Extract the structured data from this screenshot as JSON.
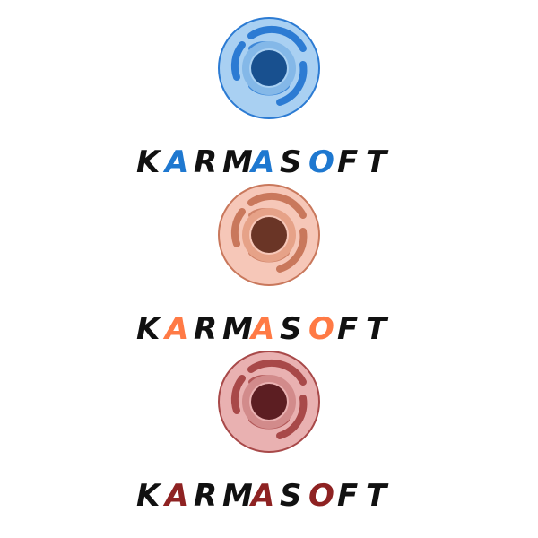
{
  "logo": {
    "wordmark_parts": [
      "K",
      "A",
      "R",
      "M",
      "A",
      "S",
      "O",
      "F",
      "T"
    ]
  },
  "variants": [
    {
      "id": "blue",
      "colors": {
        "outer_fill": "#a9d0f2",
        "stroke": "#2c7bd3",
        "inner_fill": "#18508f",
        "core_ring": "#84b8e8",
        "accent": "#1e78d0",
        "text_dark": "#111111"
      }
    },
    {
      "id": "orange",
      "colors": {
        "outer_fill": "#f6c7b8",
        "stroke": "#c9785c",
        "inner_fill": "#6a3526",
        "core_ring": "#e6a288",
        "accent": "#ff7a45",
        "text_dark": "#111111"
      }
    },
    {
      "id": "red",
      "colors": {
        "outer_fill": "#e9b1b1",
        "stroke": "#a84949",
        "inner_fill": "#5c1e22",
        "core_ring": "#d28b8b",
        "accent": "#8e2222",
        "text_dark": "#111111"
      }
    }
  ]
}
